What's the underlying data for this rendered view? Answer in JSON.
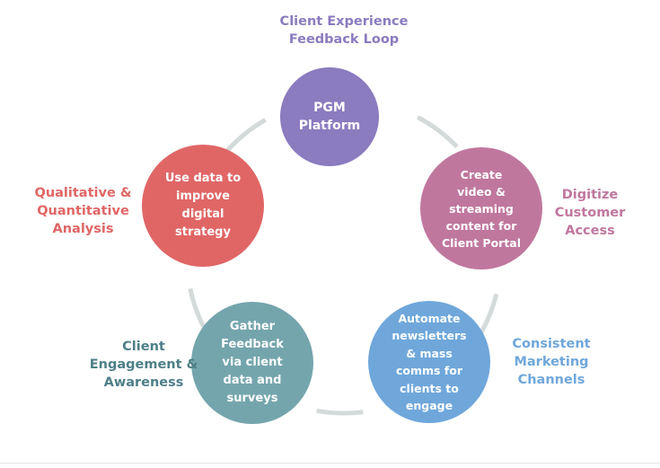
{
  "diagram": {
    "title": "Client Experience Feedback Loop",
    "connector_color": "#d4d9d9",
    "nodes": [
      {
        "id": "pgm-platform",
        "text": "PGM\nPlatform",
        "color": "#8b7bbf",
        "label": "Client Experience\nFeedback Loop",
        "label_color": "#8b7bbf"
      },
      {
        "id": "create-video",
        "text": "Create\nvideo &\nstreaming\ncontent for\nClient Portal",
        "color": "#c0779e",
        "label": "Digitize\nCustomer\nAccess",
        "label_color": "#c0779e"
      },
      {
        "id": "automate-newsletters",
        "text": "Automate\nnewsletters\n& mass\ncomms  for\nclients to\nengage",
        "color": "#6fa7db",
        "label": "Consistent\nMarketing\nChannels",
        "label_color": "#6fa7db"
      },
      {
        "id": "gather-feedback",
        "text": "Gather\nFeedback\nvia client\ndata and\nsurveys",
        "color": "#74a5ad",
        "label": "Client\nEngagement &\nAwareness",
        "label_color": "#4d7f88"
      },
      {
        "id": "use-data",
        "text": "Use data to\nimprove\ndigital\nstrategy",
        "color": "#e06666",
        "label": "Qualitative &\nQuantitative\nAnalysis",
        "label_color": "#e06666"
      }
    ]
  }
}
